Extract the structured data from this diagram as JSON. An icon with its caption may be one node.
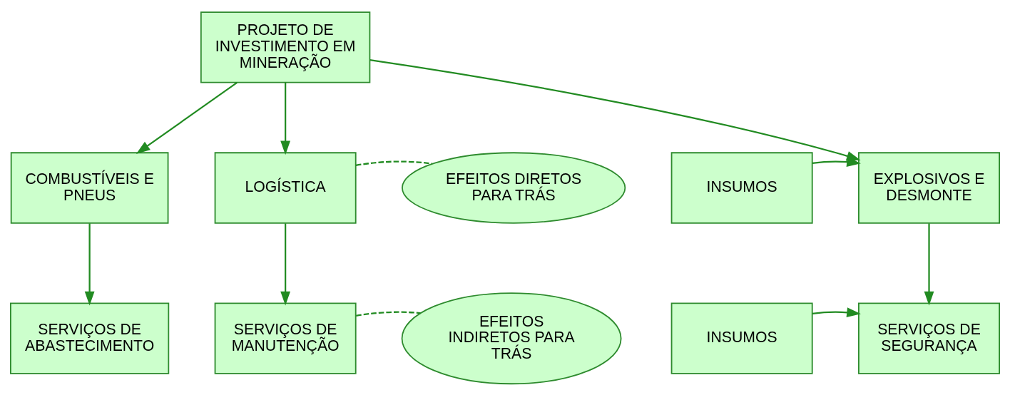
{
  "diagram": {
    "nodes": [
      {
        "text": [
          "PROJETO DE INVESTIMENTO EM MINERAÇÃO"
        ]
      },
      {
        "text": [
          "INSUMOS"
        ]
      },
      {
        "text": [
          "EXPLOSIVOS E DESMONTE"
        ]
      },
      {
        "text": [
          "COMBUSTÍVEIS E PNEUS"
        ]
      },
      {
        "text": [
          "LOGÍSTICA"
        ]
      },
      {
        "text": [
          "EFEITOS DIRETOS PARA TRÁS"
        ]
      },
      {
        "text": [
          "INSUMOS"
        ]
      },
      {
        "text": [
          "SERVIÇOS DE SEGURANÇA"
        ]
      },
      {
        "text": [
          "SERVIÇOS DE ABASTECIMENTO"
        ]
      },
      {
        "text": [
          "SERVIÇOS DE MANUTENÇÃO"
        ]
      },
      {
        "text": [
          "EFEITOS INDIRETOS PARA TRÁS"
        ]
      }
    ],
    "edges": [
      {
        "from": 0,
        "to": 2,
        "arrow": "to"
      },
      {
        "from": 0,
        "to": 3,
        "arrow": "to"
      },
      {
        "from": 0,
        "to": 4,
        "arrow": "to"
      },
      {
        "from": 1,
        "to": 2,
        "arrow": "to"
      },
      {
        "from": 4,
        "to": 5,
        "arrow": "none",
        "style": "dashed"
      },
      {
        "from": 2,
        "to": 7,
        "arrow": "to"
      },
      {
        "from": 3,
        "to": 8,
        "arrow": "to"
      },
      {
        "from": 4,
        "to": 9,
        "arrow": "to"
      },
      {
        "from": 6,
        "to": 7,
        "arrow": "to"
      },
      {
        "from": 9,
        "to": 10,
        "arrow": "none",
        "style": "dashed"
      }
    ]
  }
}
